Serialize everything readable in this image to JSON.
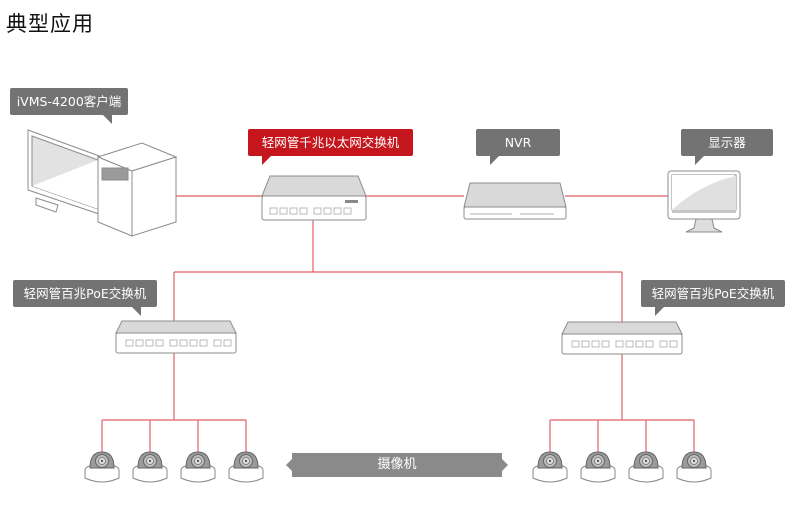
{
  "title": "典型应用",
  "colors": {
    "link_line": "#e06068",
    "callout_gray": "#737373",
    "callout_red": "#c4161c",
    "device_stroke": "#8c8c8c",
    "device_fill_shade": "#d9d9d9"
  },
  "devices": {
    "client": {
      "label": "iVMS-4200客户端",
      "icon": "desktop-pc-icon"
    },
    "core_switch": {
      "label": "轻网管千兆以太网交换机",
      "icon": "network-switch-icon",
      "highlight": true
    },
    "nvr": {
      "label": "NVR",
      "icon": "nvr-recorder-icon"
    },
    "monitor": {
      "label": "显示器",
      "icon": "monitor-icon"
    },
    "poe_switch_left": {
      "label": "轻网管百兆PoE交换机",
      "icon": "poe-switch-icon"
    },
    "poe_switch_right": {
      "label": "轻网管百兆PoE交换机",
      "icon": "poe-switch-icon"
    }
  },
  "cameras": {
    "label": "摄像机",
    "icon": "dome-camera-icon",
    "left_count": 4,
    "right_count": 4
  }
}
